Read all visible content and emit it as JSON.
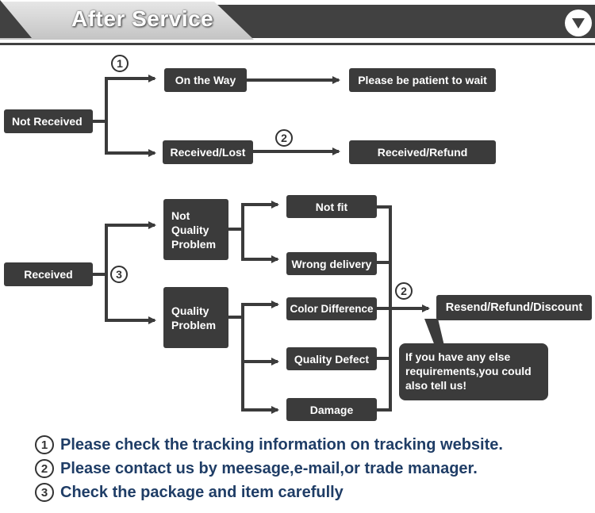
{
  "header": {
    "title": "After Service",
    "menu_icon": "chevron-down-icon"
  },
  "boxes": {
    "not_received": "Not Received",
    "on_the_way": "On the Way",
    "please_wait": "Please be patient to wait",
    "received_lost": "Received/Lost",
    "received_refund": "Received/Refund",
    "received": "Received",
    "not_quality_problem": "Not Quality Problem",
    "quality_problem": "Quality Problem",
    "not_fit": "Not fit",
    "wrong_delivery": "Wrong delivery",
    "color_difference": "Color Difference",
    "quality_defect": "Quality Defect",
    "damage": "Damage",
    "resend_refund_discount": "Resend/Refund/Discount"
  },
  "bubble": {
    "text": "If you have any else requirements,you could also tell us!"
  },
  "markers": {
    "one": "1",
    "two": "2",
    "three": "3"
  },
  "notes": [
    {
      "num": "1",
      "text": "Please check the tracking information on tracking website."
    },
    {
      "num": "2",
      "text": "Please contact us by meesage,e-mail,or trade manager."
    },
    {
      "num": "3",
      "text": "Check the package and item carefully"
    }
  ]
}
